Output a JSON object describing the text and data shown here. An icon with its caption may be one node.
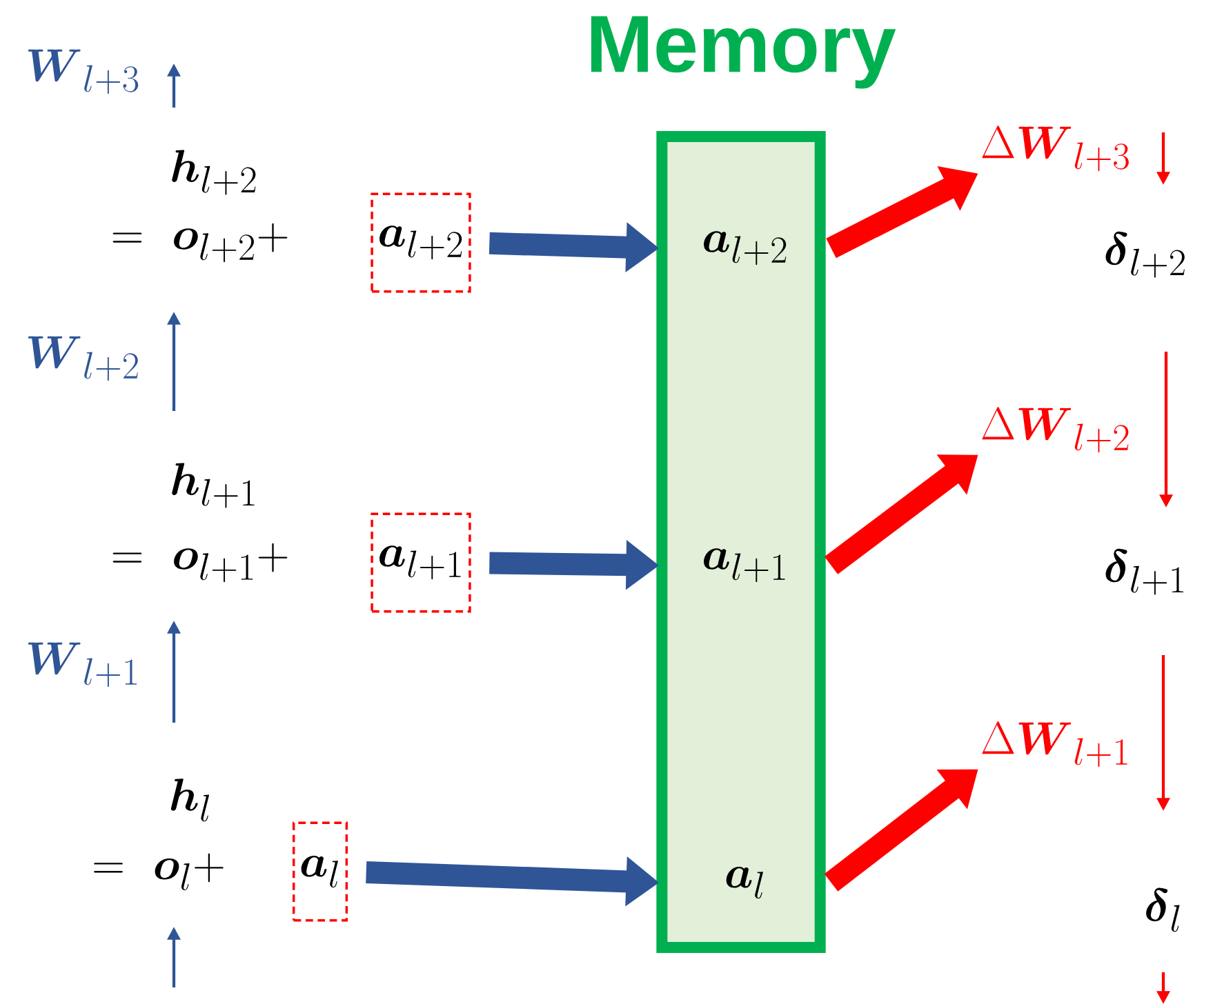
{
  "diagram": {
    "nodes": [
      {
        "text": [
          "Memory"
        ]
      },
      {
        "text": [
          "\\boldsymbol{a}_{l+2}"
        ],
        "in": 0
      },
      {
        "text": [
          "\\boldsymbol{a}_{l+1}"
        ],
        "in": 0
      },
      {
        "text": [
          "\\boldsymbol{a}_{l}"
        ],
        "in": 0
      },
      {
        "text": [
          "\\boldsymbol{a}_{l+2}"
        ]
      },
      {
        "text": [
          "\\boldsymbol{a}_{l+1}"
        ]
      },
      {
        "text": [
          "\\boldsymbol{a}_{l}"
        ]
      },
      {
        "text": [
          "\\Delta\\boldsymbol{W}_{l+3}"
        ]
      },
      {
        "text": [
          "\\Delta\\boldsymbol{W}_{l+2}"
        ]
      },
      {
        "text": [
          "\\Delta\\boldsymbol{W}_{l+1}"
        ]
      }
    ],
    "edges": [
      {
        "from": 4,
        "to": 1,
        "arrow": "to",
        "color": "#2f5597"
      },
      {
        "from": 5,
        "to": 2,
        "arrow": "to",
        "color": "#2f5597"
      },
      {
        "from": 6,
        "to": 3,
        "arrow": "to",
        "color": "#2f5597"
      },
      {
        "from": 1,
        "to": 7,
        "arrow": "to",
        "color": "#ff0000"
      },
      {
        "from": 2,
        "to": 8,
        "arrow": "to",
        "color": "#ff0000"
      },
      {
        "from": 3,
        "to": 9,
        "arrow": "to",
        "color": "#ff0000"
      }
    ],
    "labels": [
      "\\boldsymbol{W}_{l+3}",
      "\\boldsymbol{h}_{l+2}",
      "= \\ \\boldsymbol{o}_{l+2} +",
      "\\boldsymbol{\\delta}_{l+2}",
      "\\boldsymbol{W}_{l+2}",
      "\\boldsymbol{h}_{l+1}",
      "= \\ \\boldsymbol{o}_{l+1} +",
      "\\boldsymbol{\\delta}_{l+1}",
      "\\boldsymbol{W}_{l+1}",
      "\\boldsymbol{h}_{l}",
      "= \\ \\boldsymbol{o}_{l} +",
      "\\boldsymbol{\\delta}_{l}"
    ]
  }
}
